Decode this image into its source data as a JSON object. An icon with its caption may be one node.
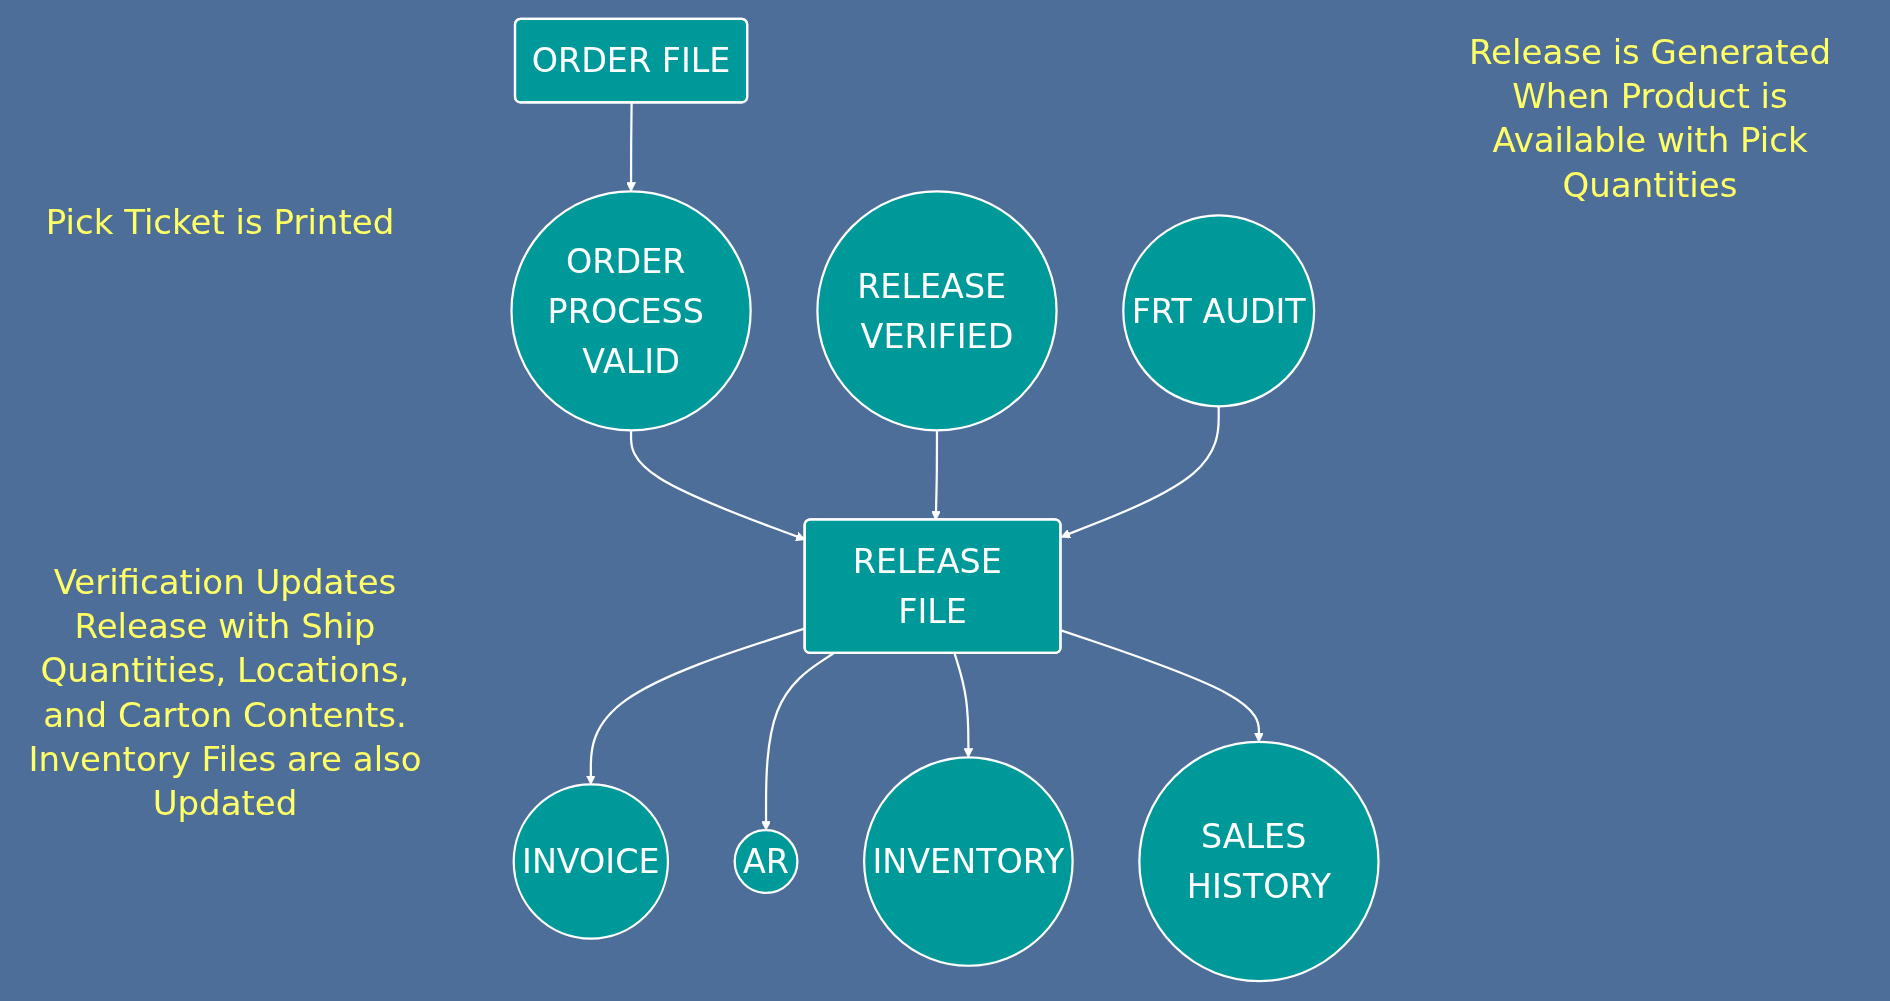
{
  "diagram": {
    "nodes": [
      {
        "text": [
          "ORDER FILE"
        ]
      },
      {
        "text": [
          "ORDER PROCESS VALID"
        ]
      },
      {
        "text": [
          "RELEASE FILE"
        ]
      },
      {
        "text": [
          "RELEASE VERIFIED"
        ]
      },
      {
        "text": [
          "FRT AUDIT"
        ]
      },
      {
        "text": [
          "INVOICE"
        ]
      },
      {
        "text": [
          "AR"
        ]
      },
      {
        "text": [
          "INVENTORY"
        ]
      },
      {
        "text": [
          "SALES HISTORY"
        ]
      }
    ],
    "edges": [
      {
        "from": 0,
        "to": 1,
        "arrow": "to"
      },
      {
        "from": 1,
        "to": 2,
        "arrow": "to"
      },
      {
        "from": 3,
        "to": 2,
        "arrow": "to"
      },
      {
        "from": 4,
        "to": 2,
        "arrow": "to"
      },
      {
        "from": 2,
        "to": 5,
        "arrow": "to"
      },
      {
        "from": 2,
        "to": 6,
        "arrow": "to"
      },
      {
        "from": 2,
        "to": 7,
        "arrow": "to"
      },
      {
        "from": 2,
        "to": 8,
        "arrow": "to"
      }
    ],
    "labels": [
      "Release is Generated When Product is Available with Pick Quantities",
      "Pick Ticket is Printed",
      "Verification Updates Release with Ship Quantities, Locations, and Carton Contents. Inventory Files are also Updated"
    ]
  }
}
